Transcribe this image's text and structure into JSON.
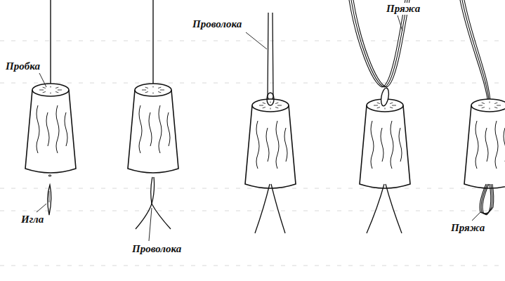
{
  "diagram": {
    "labels": [
      "Пробка",
      "Игла",
      "Проволока",
      "Проволока",
      "Пряжа",
      "Пряжа"
    ]
  }
}
